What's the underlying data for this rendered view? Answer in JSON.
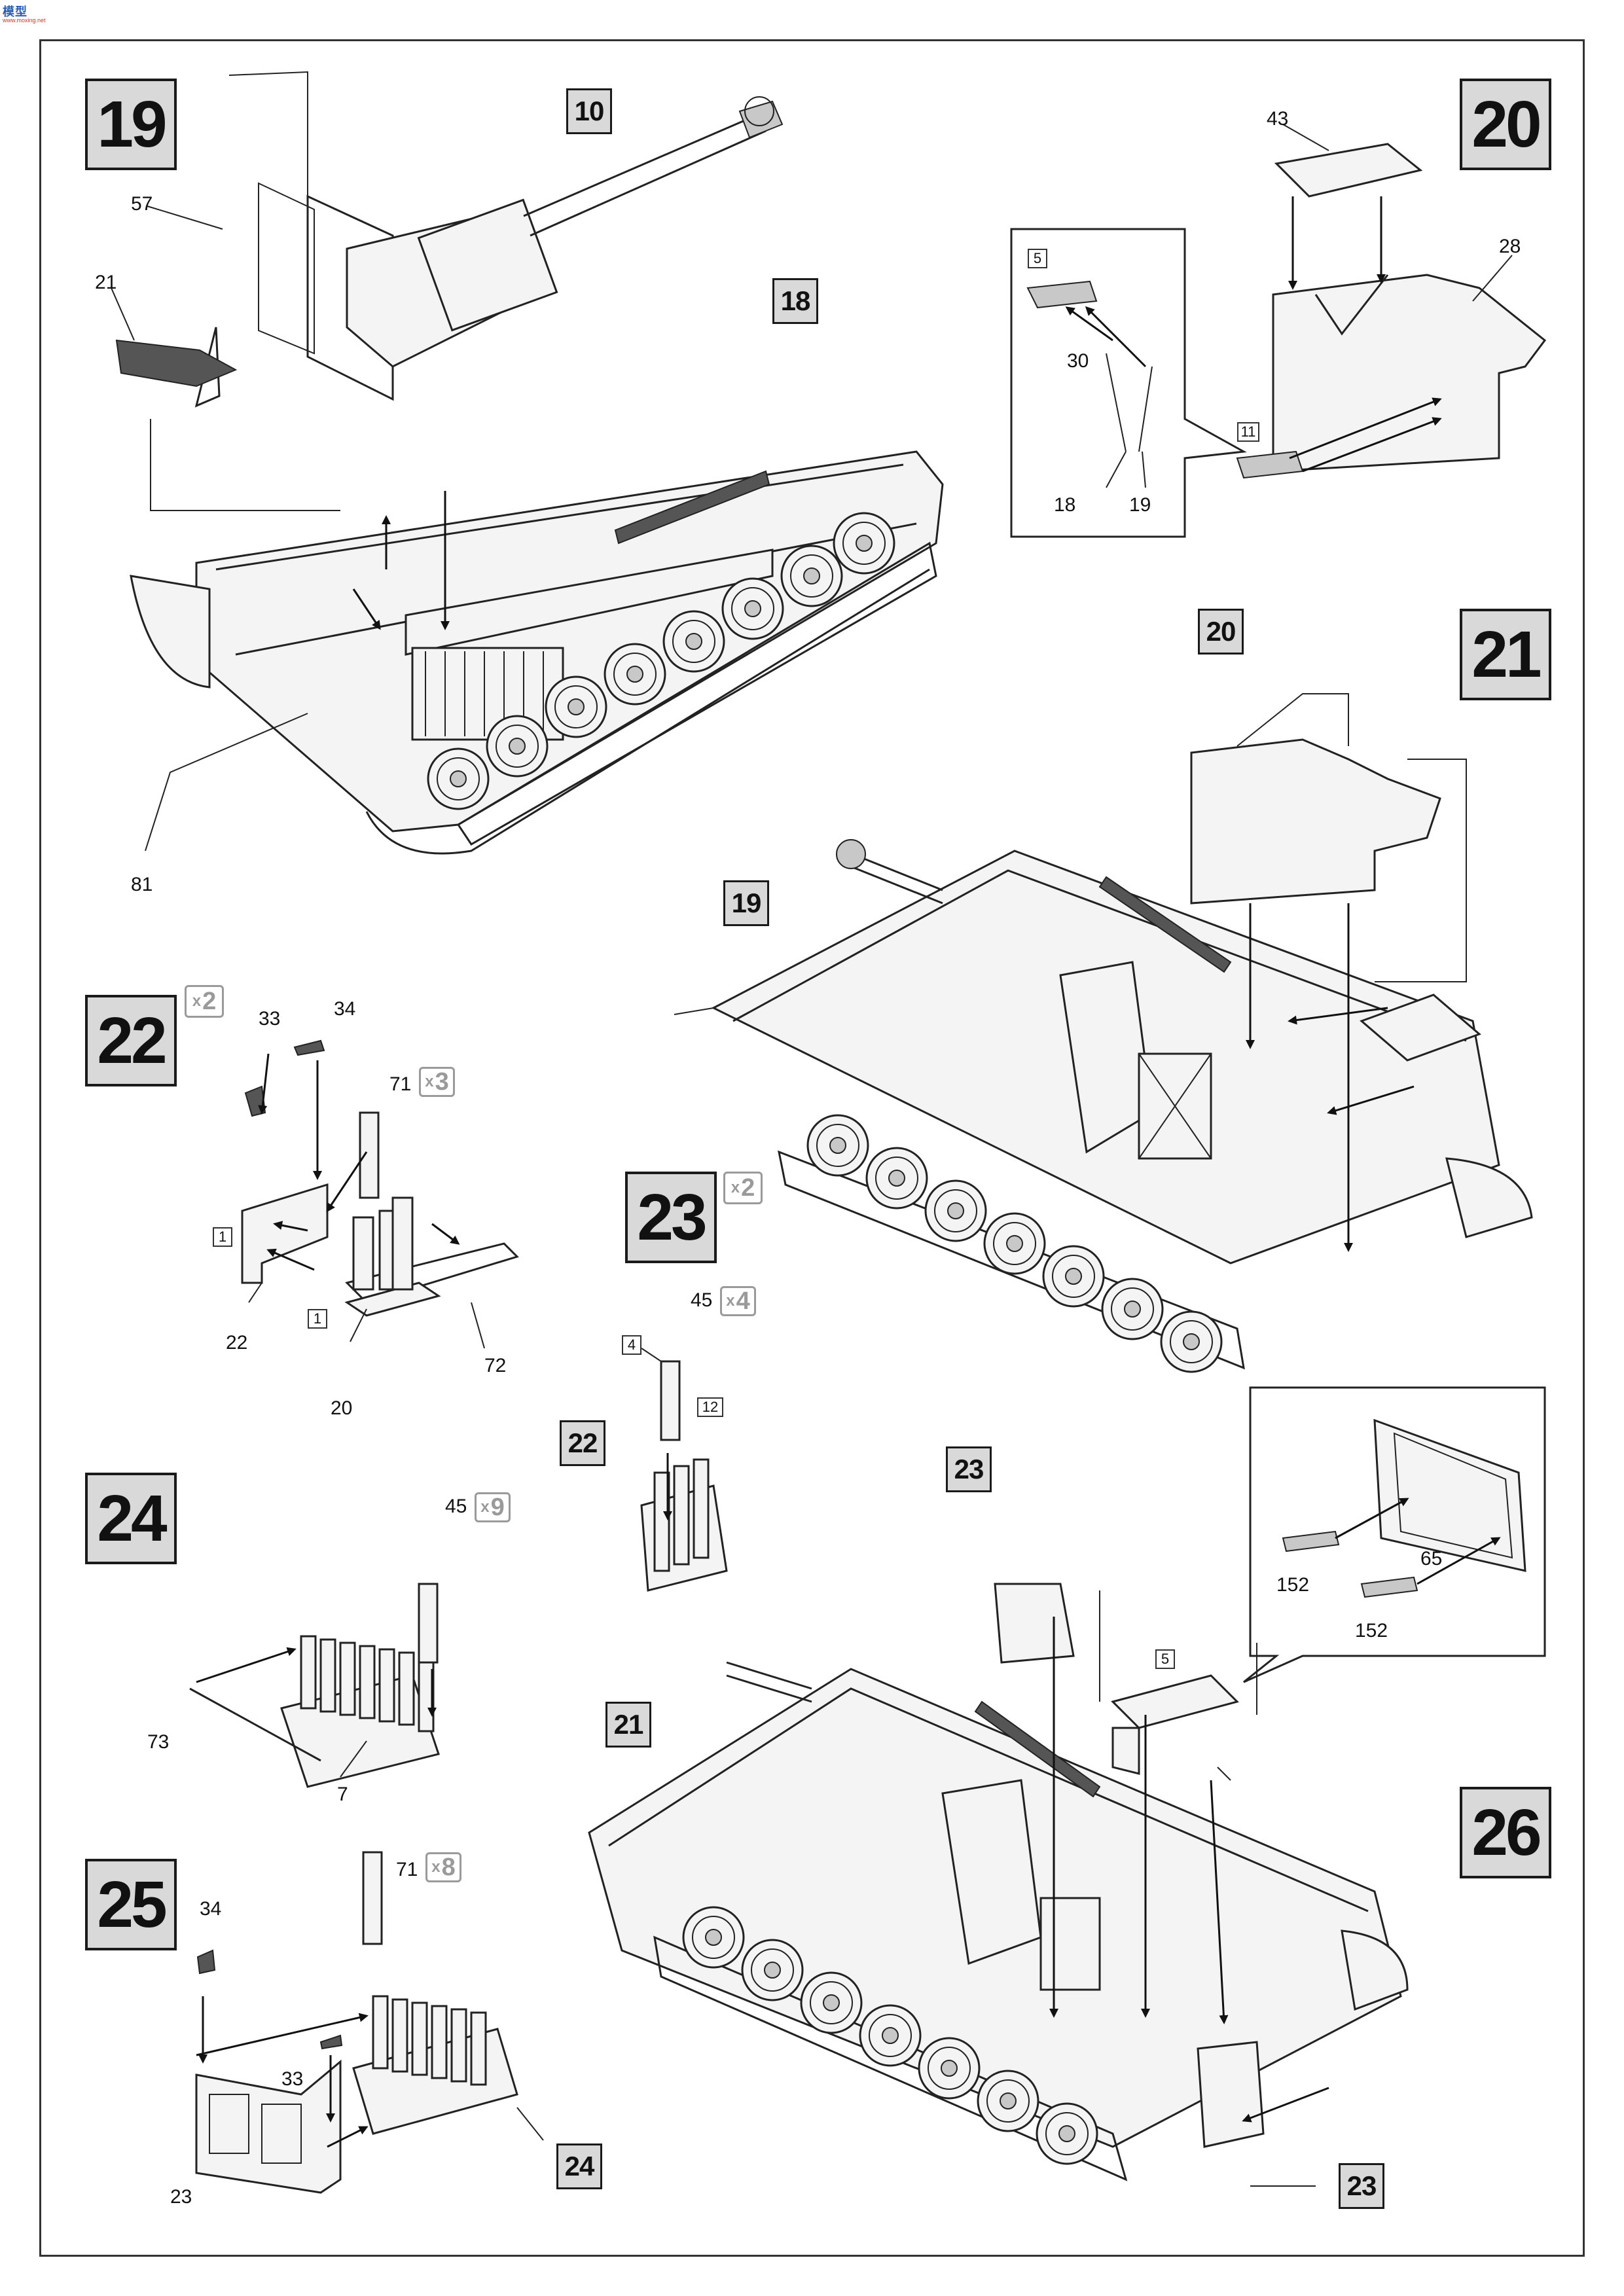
{
  "corner_logo": {
    "mark": "模型",
    "sub": "www.moxing.net"
  },
  "steps": [
    {
      "id": "19",
      "label": "19"
    },
    {
      "id": "20",
      "label": "20"
    },
    {
      "id": "21",
      "label": "21"
    },
    {
      "id": "22",
      "label": "22",
      "multiplier": "2"
    },
    {
      "id": "23",
      "label": "23",
      "multiplier": "2"
    },
    {
      "id": "24",
      "label": "24"
    },
    {
      "id": "25",
      "label": "25"
    },
    {
      "id": "26",
      "label": "26"
    }
  ],
  "step_refs": {
    "s19_gun": "10",
    "s19_hull": "18",
    "s21_ref": "20",
    "s21_hull": "19",
    "s23_ref": "22",
    "s25_ref": "24",
    "s26_box_left": "23",
    "s26_hull": "21",
    "s26_box_right": "23"
  },
  "color_boxes": {
    "s20": "5",
    "s20b": "11",
    "s22a": "1",
    "s22b": "1",
    "s23a": "4",
    "s23b": "12",
    "s26": "5"
  },
  "multipliers": {
    "s22_shell": "3",
    "s23_shell": "4",
    "s24_shell": "9",
    "s25_shell": "8",
    "prefix": "x"
  },
  "part_numbers": {
    "s19": [
      "57",
      "21",
      "81"
    ],
    "s20": [
      "43",
      "28",
      "30",
      "18",
      "19"
    ],
    "s22": [
      "33",
      "34",
      "71",
      "22",
      "20",
      "72"
    ],
    "s23": [
      "45"
    ],
    "s24": [
      "45",
      "73",
      "7"
    ],
    "s25": [
      "34",
      "33",
      "71",
      "23"
    ],
    "s26": [
      "65",
      "152",
      "152"
    ]
  }
}
